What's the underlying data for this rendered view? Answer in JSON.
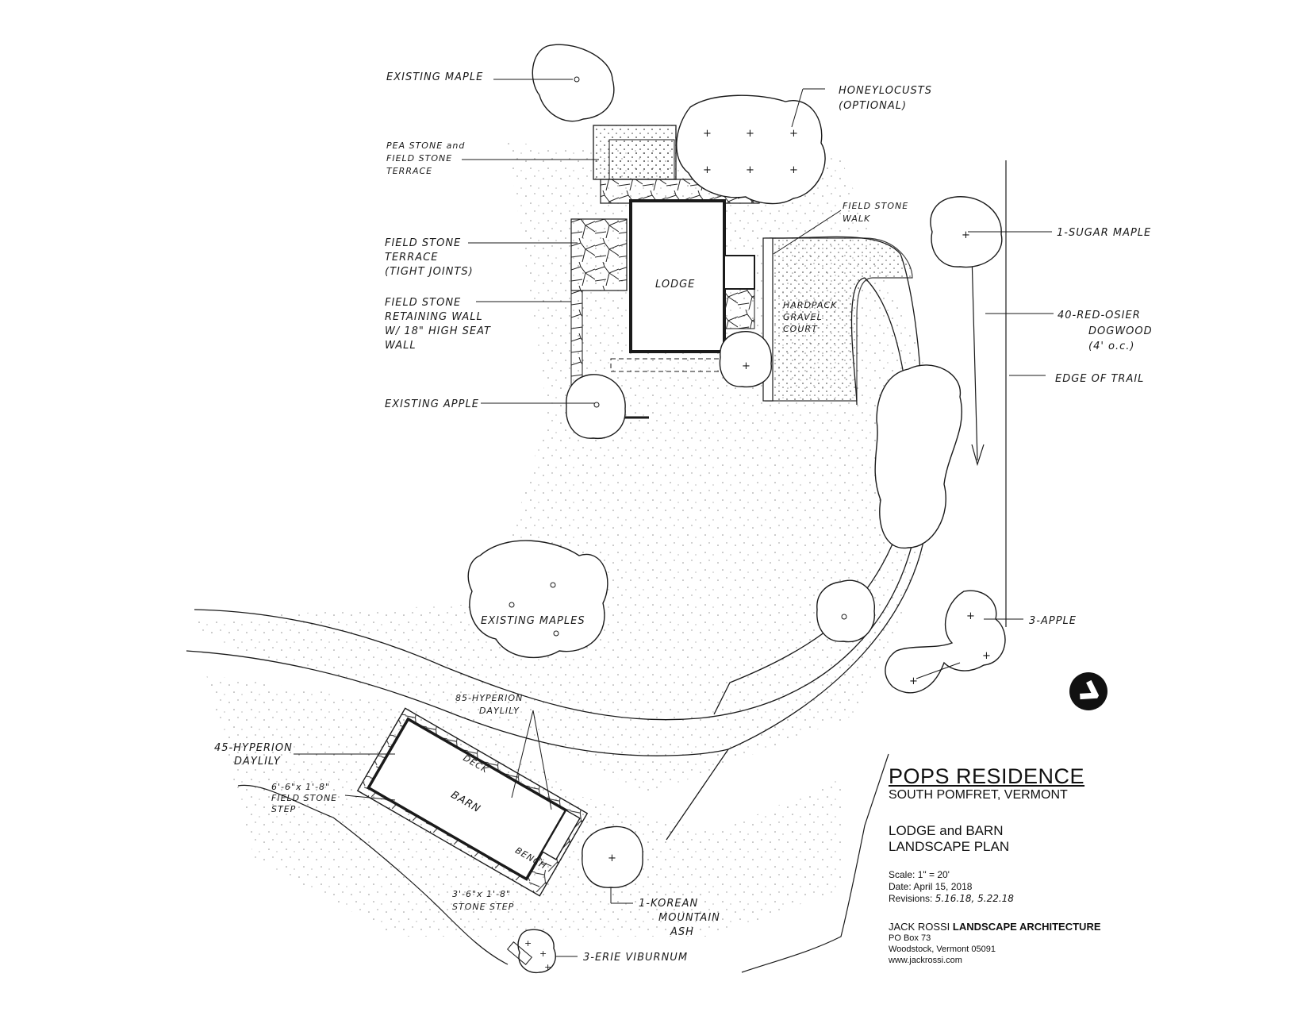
{
  "title_block": {
    "project": "POPS RESIDENCE",
    "location": "SOUTH POMFRET, VERMONT",
    "plan_title_line1": "LODGE and BARN",
    "plan_title_line2": "LANDSCAPE PLAN",
    "scale_label": "Scale:",
    "scale_value": "1\" = 20'",
    "date_label": "Date:",
    "date_value": "April 15, 2018",
    "revisions_label": "Revisions:",
    "revisions_value": "5.16.18, 5.22.18",
    "firm_name_plain": "JACK ROSSI",
    "firm_name_bold": "LANDSCAPE ARCHITECTURE",
    "address_line1": "PO Box 73",
    "address_line2": "Woodstock, Vermont 05091",
    "website": "www.jackrossi.com"
  },
  "labels": {
    "existing_maple": "EXISTING MAPLE",
    "honeylocusts_1": "HONEYLOCUSTS",
    "honeylocusts_2": "(OPTIONAL)",
    "pea_stone_1": "PEA STONE and",
    "pea_stone_2": "FIELD STONE",
    "pea_stone_3": "TERRACE",
    "field_stone_walk_1": "FIELD STONE",
    "field_stone_walk_2": "WALK",
    "sugar_maple": "1-SUGAR MAPLE",
    "field_stone_terrace_1": "FIELD STONE",
    "field_stone_terrace_2": "TERRACE",
    "field_stone_terrace_3": "(TIGHT JOINTS)",
    "retaining_wall_1": "FIELD STONE",
    "retaining_wall_2": "RETAINING WALL",
    "retaining_wall_3": "W/ 18\" HIGH SEAT",
    "retaining_wall_4": "WALL",
    "lodge": "LODGE",
    "hardpack_1": "HARDPACK",
    "hardpack_2": "GRAVEL",
    "hardpack_3": "COURT",
    "dogwood_1": "40-RED-OSIER",
    "dogwood_2": "DOGWOOD",
    "dogwood_3": "(4' o.c.)",
    "edge_of_trail": "EDGE OF TRAIL",
    "existing_apple": "EXISTING APPLE",
    "existing_maples": "EXISTING MAPLES",
    "apple_3": "3-APPLE",
    "daylily_85_1": "85-HYPERION",
    "daylily_85_2": "DAYLILY",
    "daylily_45_1": "45-HYPERION",
    "daylily_45_2": "DAYLILY",
    "field_step_1": "6'-6\"x 1'-8\"",
    "field_step_2": "FIELD STONE",
    "field_step_3": "STEP",
    "barn": "BARN",
    "deck": "DECK",
    "bench": "BENCH",
    "stone_step_1": "3'-6\"x 1'-8\"",
    "stone_step_2": "STONE STEP",
    "mountain_ash_1": "1-KOREAN",
    "mountain_ash_2": "MOUNTAIN",
    "mountain_ash_3": "ASH",
    "viburnum": "3-ERIE VIBURNUM"
  },
  "icons": {
    "north_arrow": "north-arrow-icon"
  },
  "colors": {
    "ink": "#1a1a1a",
    "paper": "#ffffff"
  }
}
